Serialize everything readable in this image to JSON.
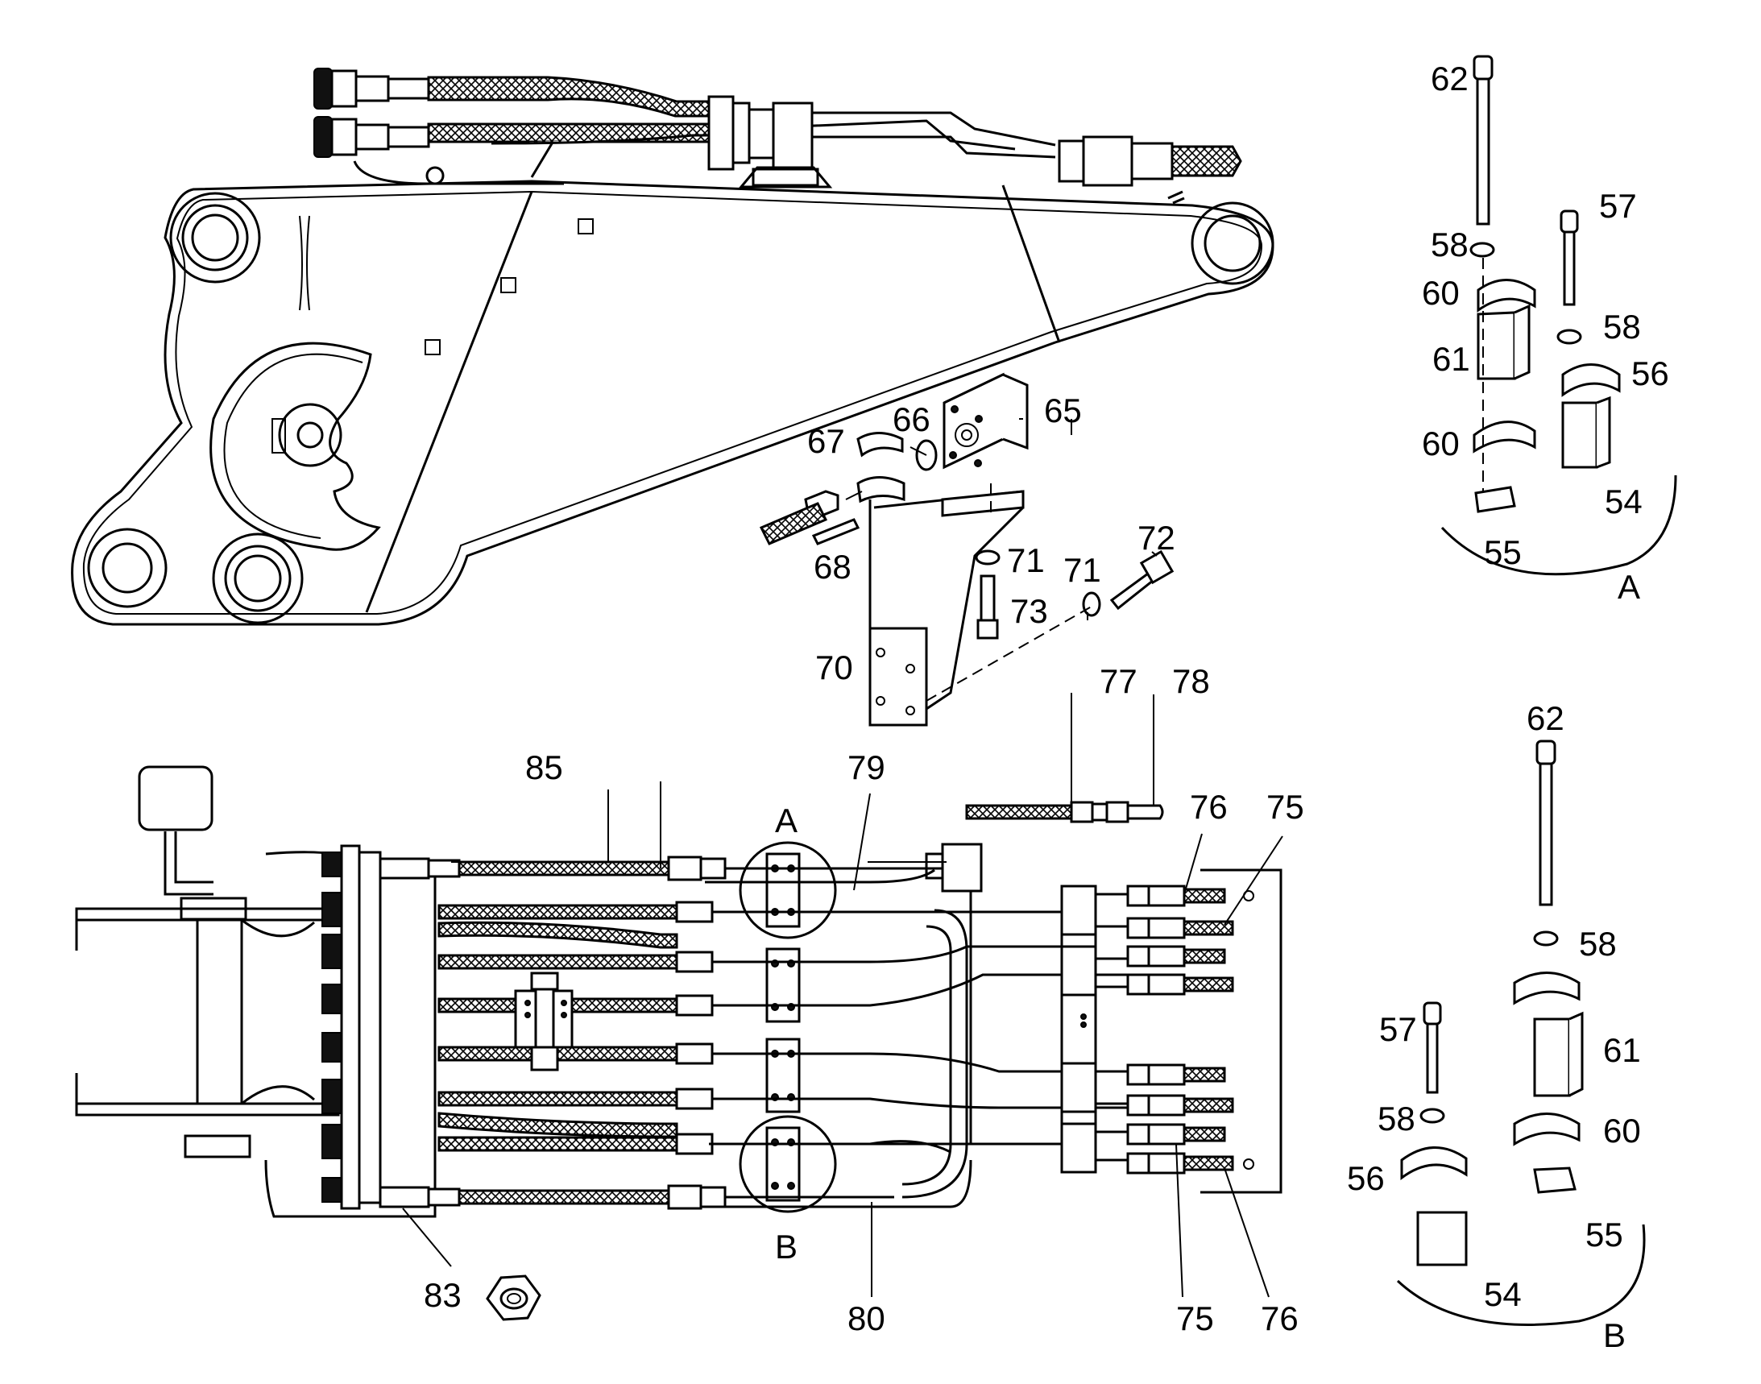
{
  "diagram": {
    "kind": "exploded parts diagram",
    "callouts": [
      "54",
      "55",
      "56",
      "57",
      "58",
      "60",
      "61",
      "62",
      "65",
      "66",
      "67",
      "68",
      "70",
      "71",
      "72",
      "73",
      "75",
      "76",
      "77",
      "78",
      "79",
      "80",
      "83",
      "85"
    ],
    "views": {
      "A": {
        "letter": "A"
      },
      "B": {
        "letter": "B"
      }
    },
    "labels": {
      "n62a": "62",
      "n57a": "57",
      "n58a1": "58",
      "n58a2": "58",
      "n60a1": "60",
      "n60a2": "60",
      "n61a": "61",
      "n56a": "56",
      "n54a": "54",
      "n55a": "55",
      "viewA": "A",
      "n62b": "62",
      "n58b1": "58",
      "n57b": "57",
      "n61b": "61",
      "n58b2": "58",
      "n60b": "60",
      "n56b": "56",
      "n55b": "55",
      "n54b": "54",
      "viewB": "B",
      "n65": "65",
      "n66": "66",
      "n67": "67",
      "n68": "68",
      "n71a": "71",
      "n71b": "71",
      "n72": "72",
      "n73": "73",
      "n70": "70",
      "n77": "77",
      "n78": "78",
      "n85": "85",
      "n79": "79",
      "circleA": "A",
      "circleB": "B",
      "n76a": "76",
      "n75a": "75",
      "n75b": "75",
      "n76b": "76",
      "n80": "80",
      "n83": "83"
    }
  }
}
